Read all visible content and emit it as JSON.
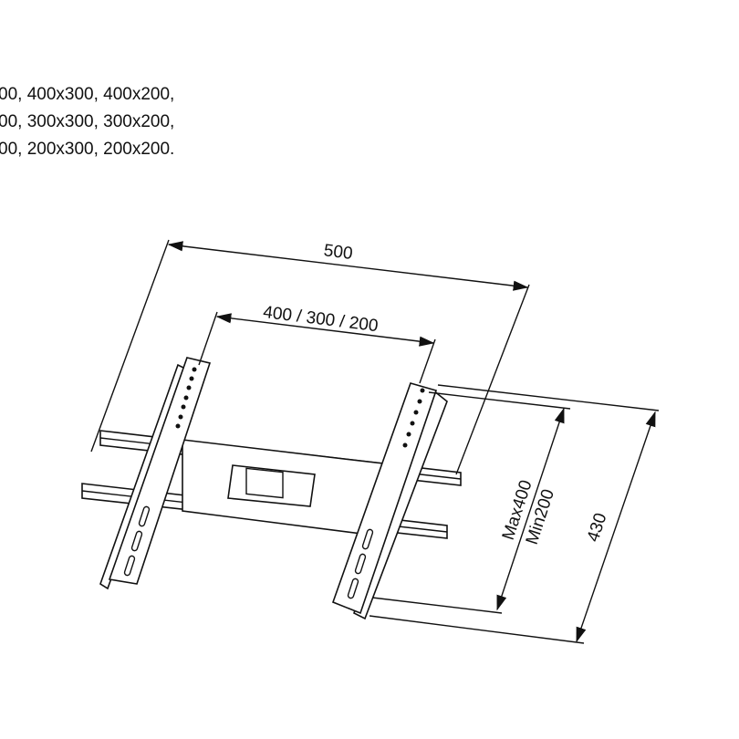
{
  "spec_lines": [
    "00, 400x300, 400x200,",
    "00, 300x300, 300x200,",
    "00, 200x300, 200x200."
  ],
  "dimensions": {
    "overall_width": "500",
    "vesa_width": "400 / 300 / 200",
    "vertical_max": "Max400",
    "vertical_min": "Min200",
    "overall_height": "430"
  }
}
